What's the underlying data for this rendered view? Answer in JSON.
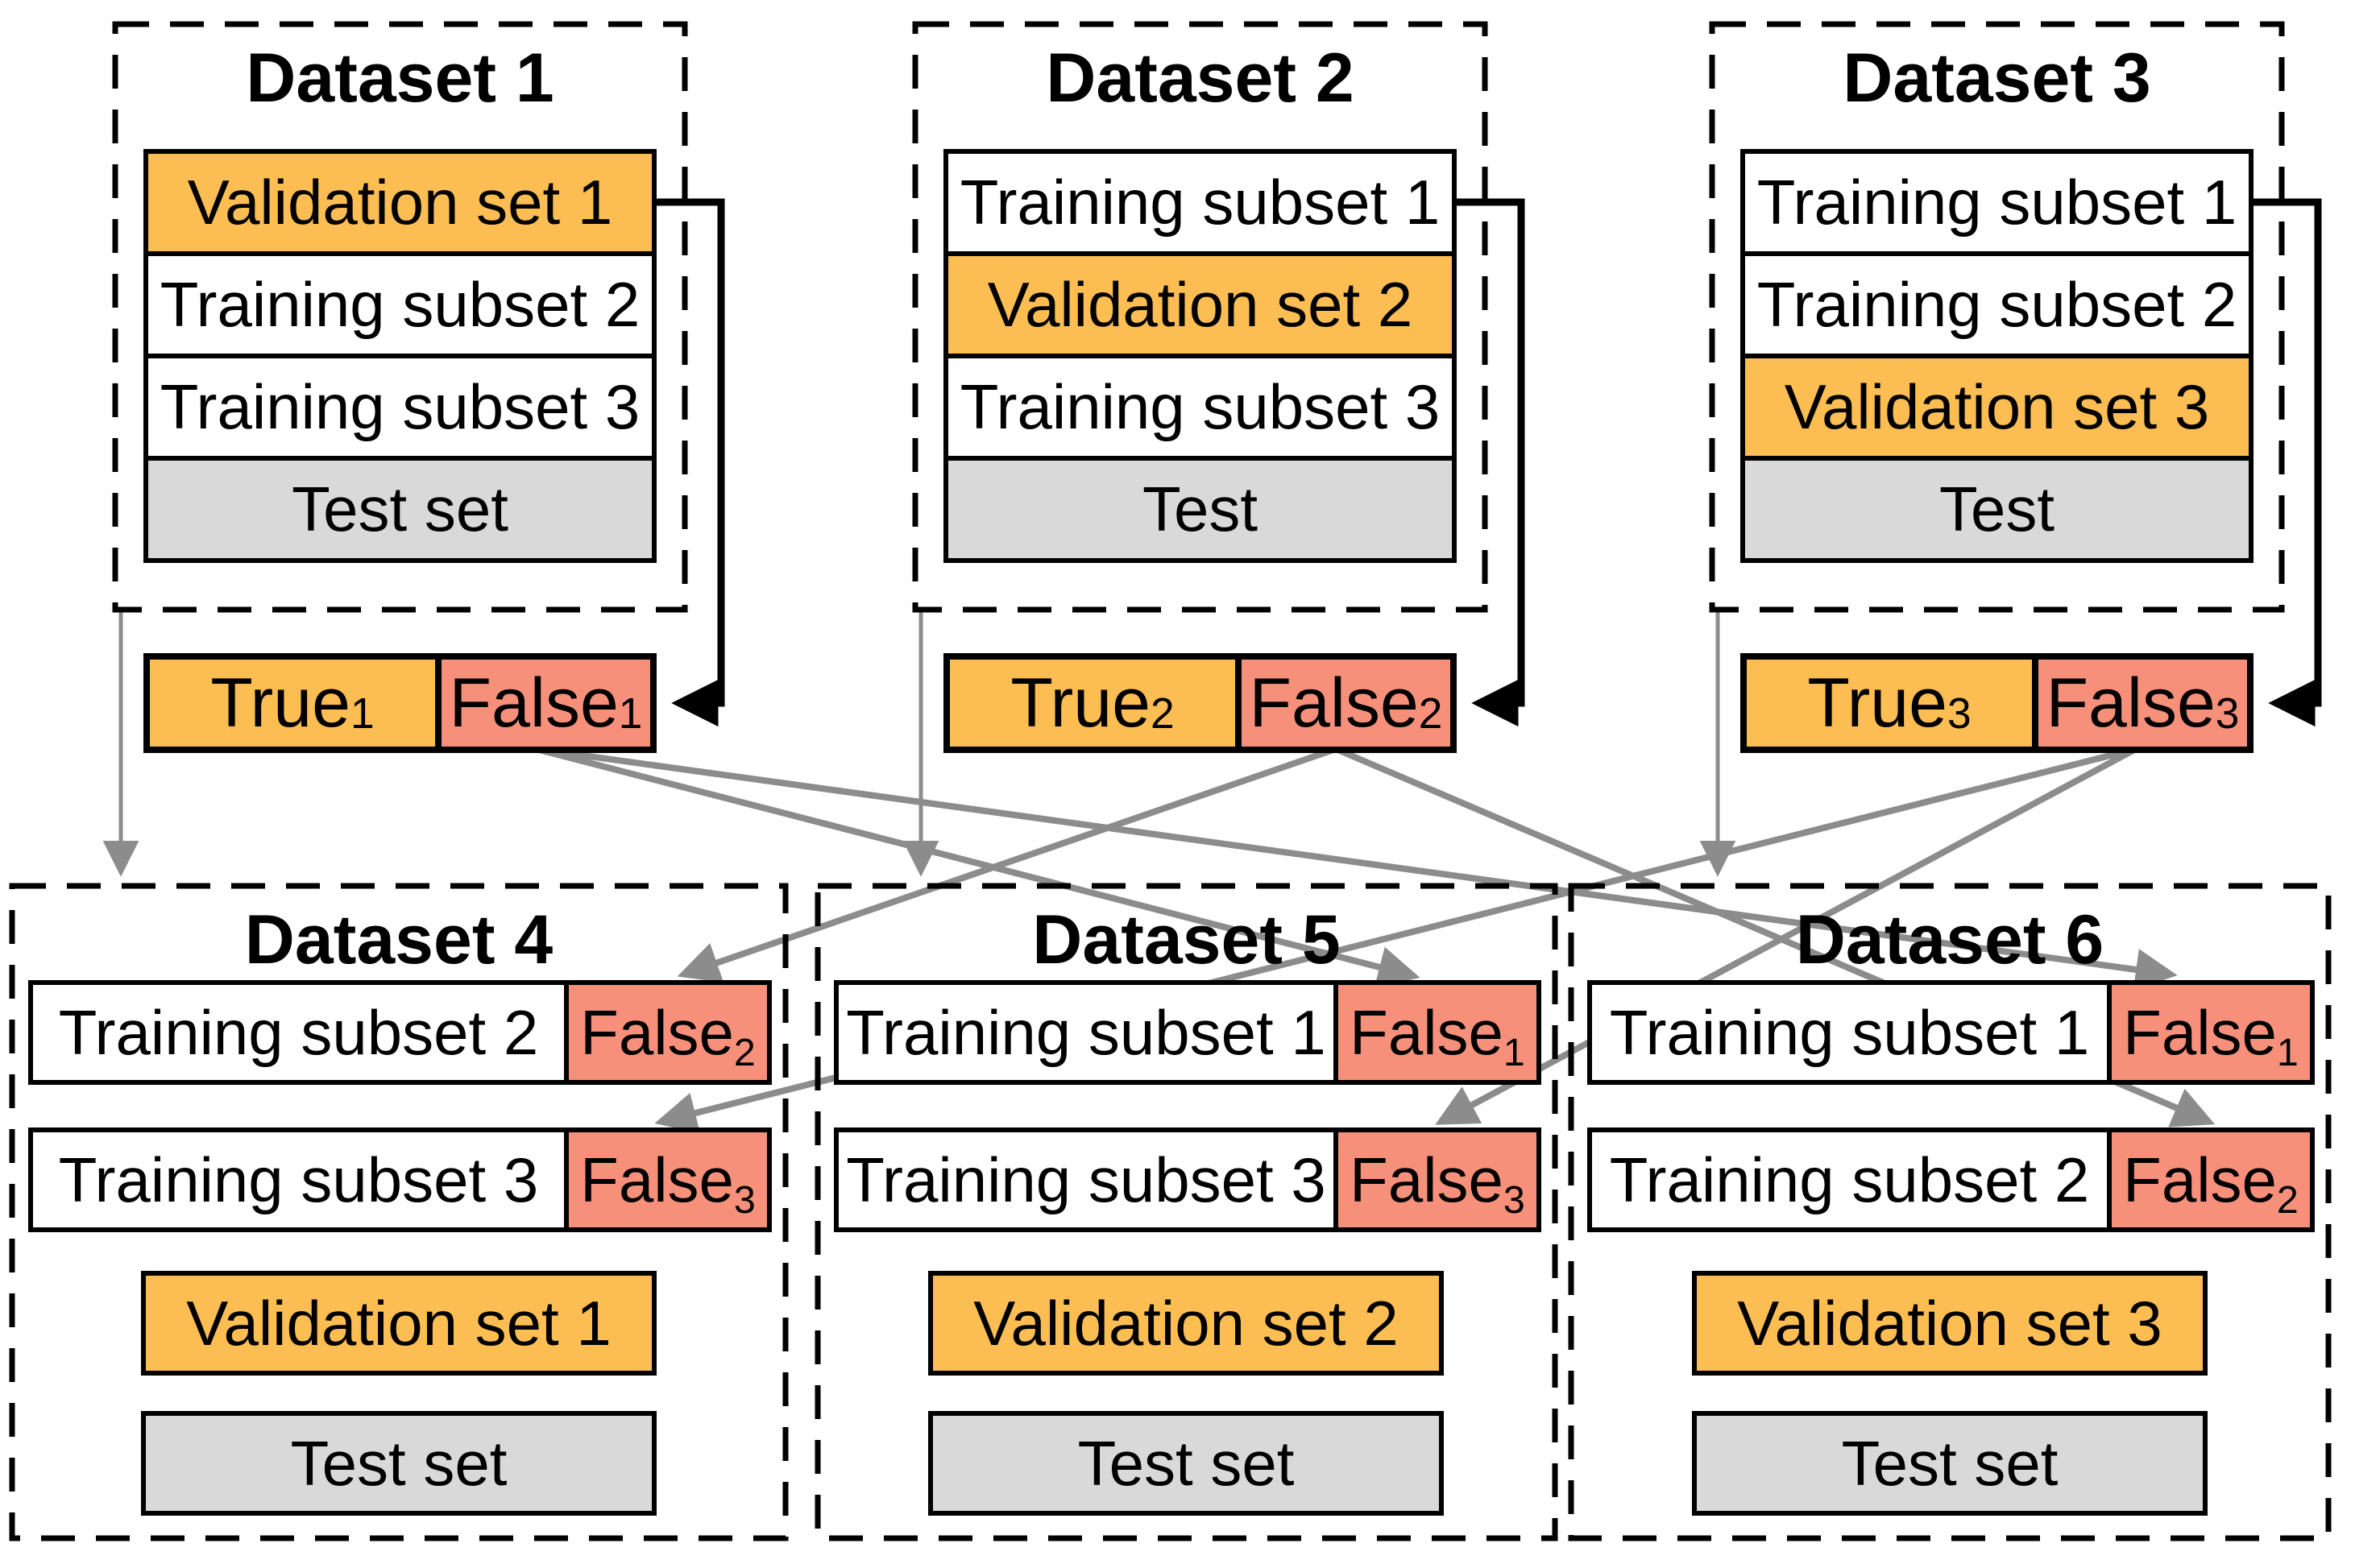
{
  "colors": {
    "validation_fill": "#FCBE52",
    "false_fill": "#F6907A",
    "test_fill": "#D9D9D9",
    "training_fill": "#FFFFFF",
    "outline": "#000000",
    "flow_arrow_gray": "#8C8C8C"
  },
  "top_datasets": [
    {
      "title": "Dataset 1",
      "rows": [
        {
          "label": "Validation set 1",
          "type": "validation"
        },
        {
          "label": "Training subset 2",
          "type": "training"
        },
        {
          "label": "Training subset 3",
          "type": "training"
        },
        {
          "label": "Test set",
          "type": "test"
        }
      ],
      "outcome": {
        "true": {
          "text": "True",
          "sub": "1"
        },
        "false": {
          "text": "False",
          "sub": "1"
        }
      }
    },
    {
      "title": "Dataset 2",
      "rows": [
        {
          "label": "Training subset 1",
          "type": "training"
        },
        {
          "label": "Validation set 2",
          "type": "validation"
        },
        {
          "label": "Training subset 3",
          "type": "training"
        },
        {
          "label": "Test",
          "type": "test"
        }
      ],
      "outcome": {
        "true": {
          "text": "True",
          "sub": "2"
        },
        "false": {
          "text": "False",
          "sub": "2"
        }
      }
    },
    {
      "title": "Dataset 3",
      "rows": [
        {
          "label": "Training subset 1",
          "type": "training"
        },
        {
          "label": "Training subset 2",
          "type": "training"
        },
        {
          "label": "Validation set 3",
          "type": "validation"
        },
        {
          "label": "Test",
          "type": "test"
        }
      ],
      "outcome": {
        "true": {
          "text": "True",
          "sub": "3"
        },
        "false": {
          "text": "False",
          "sub": "3"
        }
      }
    }
  ],
  "bottom_datasets": [
    {
      "title": "Dataset 4",
      "training_rows": [
        {
          "label": "Training subset 2",
          "false": {
            "text": "False",
            "sub": "2"
          }
        },
        {
          "label": "Training subset 3",
          "false": {
            "text": "False",
            "sub": "3"
          }
        }
      ],
      "validation_label": "Validation set 1",
      "test_label": "Test set"
    },
    {
      "title": "Dataset 5",
      "training_rows": [
        {
          "label": "Training subset 1",
          "false": {
            "text": "False",
            "sub": "1"
          }
        },
        {
          "label": "Training subset 3",
          "false": {
            "text": "False",
            "sub": "3"
          }
        }
      ],
      "validation_label": "Validation set 2",
      "test_label": "Test set"
    },
    {
      "title": "Dataset 6",
      "training_rows": [
        {
          "label": "Training subset 1",
          "false": {
            "text": "False",
            "sub": "1"
          }
        },
        {
          "label": "Training subset 2",
          "false": {
            "text": "False",
            "sub": "2"
          }
        }
      ],
      "validation_label": "Validation set 3",
      "test_label": "Test set"
    }
  ],
  "connections": [
    {
      "from": "dataset-1",
      "to": "dataset-4",
      "style": "gray-vertical-arrow"
    },
    {
      "from": "dataset-2",
      "to": "dataset-5",
      "style": "gray-vertical-arrow"
    },
    {
      "from": "dataset-3",
      "to": "dataset-6",
      "style": "gray-vertical-arrow"
    },
    {
      "from": "dataset-1.row-1",
      "to": "dataset-1.false-1",
      "style": "black-loop-arrow"
    },
    {
      "from": "dataset-2.row-1",
      "to": "dataset-2.false-2",
      "style": "black-loop-arrow"
    },
    {
      "from": "dataset-3.row-1",
      "to": "dataset-3.false-3",
      "style": "black-loop-arrow"
    },
    {
      "from": "dataset-1.false-1",
      "to": "dataset-5.false-1",
      "style": "gray-diagonal-arrow"
    },
    {
      "from": "dataset-1.false-1",
      "to": "dataset-6.false-1",
      "style": "gray-diagonal-arrow"
    },
    {
      "from": "dataset-2.false-2",
      "to": "dataset-4.false-2",
      "style": "gray-diagonal-arrow"
    },
    {
      "from": "dataset-2.false-2",
      "to": "dataset-6.false-2",
      "style": "gray-diagonal-arrow"
    },
    {
      "from": "dataset-3.false-3",
      "to": "dataset-4.false-3",
      "style": "gray-diagonal-arrow"
    },
    {
      "from": "dataset-3.false-3",
      "to": "dataset-5.false-3",
      "style": "gray-diagonal-arrow"
    }
  ]
}
